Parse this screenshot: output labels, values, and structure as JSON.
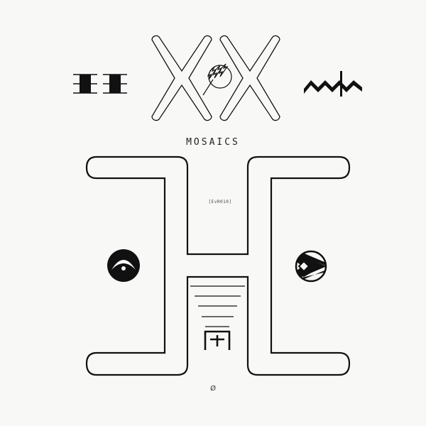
{
  "cover": {
    "title": "MOSAICS",
    "catalog_number": "[EvR010]",
    "side_mark": "Ø",
    "background_color": "#f8f8f7",
    "ink_color": "#111111"
  },
  "logo": {
    "shape": "double-X outline",
    "center_emblem": "lightning-bolts-circle-icon"
  },
  "symbols": {
    "top_left": "double-I-beam-glyph-icon",
    "top_right": "zigzag-wave-with-bar-icon",
    "middle_left": "eye-arc-circle-icon",
    "middle_right": "chevron-diamond-circle-icon",
    "center_bottom": "stacked-lines-and-box-plus-glyph-icon"
  },
  "main_shape": "H-outline"
}
